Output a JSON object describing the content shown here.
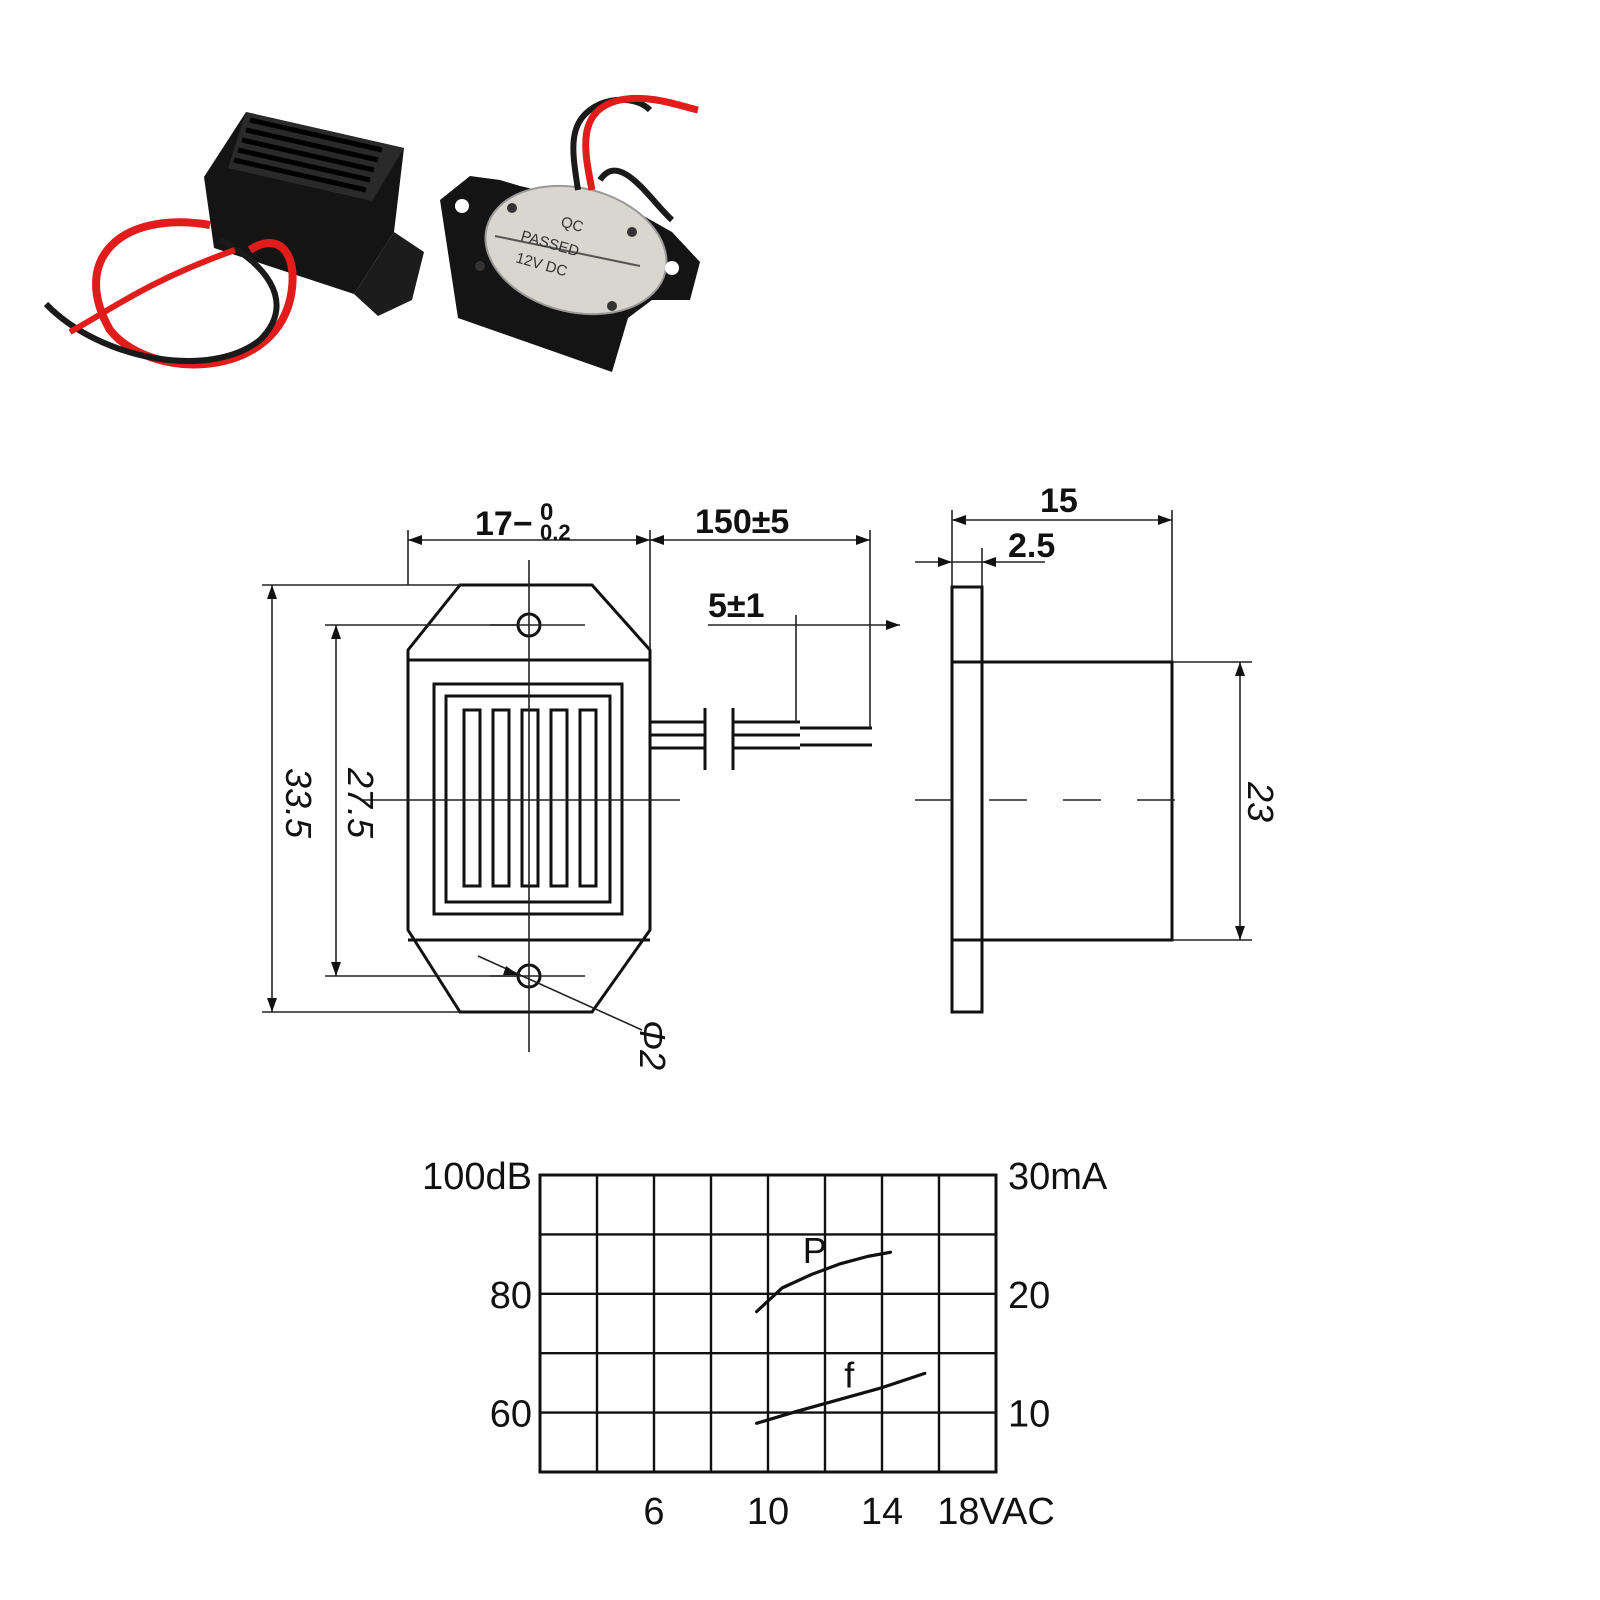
{
  "photo": {
    "label_lines": [
      "QC",
      "PASSED",
      "12V DC"
    ]
  },
  "front_view": {
    "width_label_main": "17−",
    "width_label_tol": "0",
    "width_label_sub": "0.2",
    "lead_length_label": "150±5",
    "strip_length_label": "5±1",
    "overall_height_label": "33.5",
    "hole_spacing_label": "27.5",
    "hole_diameter_label": "Φ2"
  },
  "side_view": {
    "depth_label": "15",
    "flange_label": "2.5",
    "body_height_label": "23"
  },
  "colors": {
    "line": "#111111",
    "case": "#141414",
    "wire_red": "#e21b1b",
    "wire_black": "#1a1a1a",
    "label_plate": "#d9d5cf"
  },
  "chart_data": {
    "type": "line",
    "x": [
      6,
      10,
      14,
      18
    ],
    "x_tick_labels": [
      "6",
      "10",
      "14",
      "18VAC"
    ],
    "xlim": [
      2,
      18
    ],
    "ylim_left": [
      50,
      100
    ],
    "ylim_right": [
      5,
      30
    ],
    "y_left_tick_labels": [
      "100dB",
      "80",
      "60"
    ],
    "y_left_tick_values": [
      100,
      80,
      60
    ],
    "y_right_tick_labels": [
      "30mA",
      "20",
      "10"
    ],
    "y_right_tick_values": [
      30,
      20,
      10
    ],
    "grid": true,
    "series": [
      {
        "name": "P",
        "axis": "left",
        "x": [
          9.6,
          10.5,
          11.5,
          12.5,
          13.5,
          14.3
        ],
        "values": [
          77,
          81,
          83.2,
          85,
          86.3,
          87
        ]
      },
      {
        "name": "f",
        "axis": "right",
        "x": [
          9.6,
          11,
          12.5,
          14,
          15.5
        ],
        "values": [
          9.1,
          10.1,
          11.1,
          12.1,
          13.3
        ]
      }
    ]
  }
}
